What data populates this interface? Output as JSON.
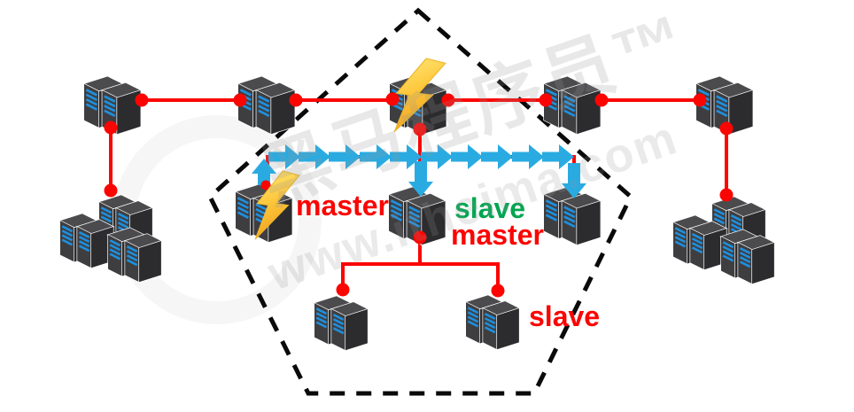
{
  "labels": {
    "master_left": "master",
    "slave_center": "slave",
    "master_center": "master",
    "slave_bottom": "slave"
  },
  "watermark": {
    "brand": "黑马程序员™",
    "url": "www.itheima.com"
  },
  "colors": {
    "link_red": "#fb0503",
    "arrow_blue": "#29abe2",
    "label_red": "#fb0503",
    "label_green": "#00a650",
    "bolt_yellow_light": "#ffe878",
    "bolt_yellow_dark": "#f09d1e",
    "boundary_black": "#0a0a0a",
    "server_body_dark": "#38383a",
    "server_slat_blue": "#1f8fdd",
    "background": "#ffffff"
  },
  "structure": {
    "top_row_server_count": 5,
    "left_cluster_server_count": 3,
    "right_cluster_server_count": 3,
    "pentagon_inner_server_count": 3,
    "pentagon_bottom_server_count": 2,
    "flow_arrow_count": 10,
    "lightning_bolt_count": 2,
    "boundary_shape": "dashed-pentagon"
  },
  "icons": [
    "server-icon",
    "server-cluster-icon",
    "lightning-bolt-icon",
    "arrow-right-icon",
    "arrow-up-icon",
    "arrow-down-icon",
    "connection-dot"
  ]
}
